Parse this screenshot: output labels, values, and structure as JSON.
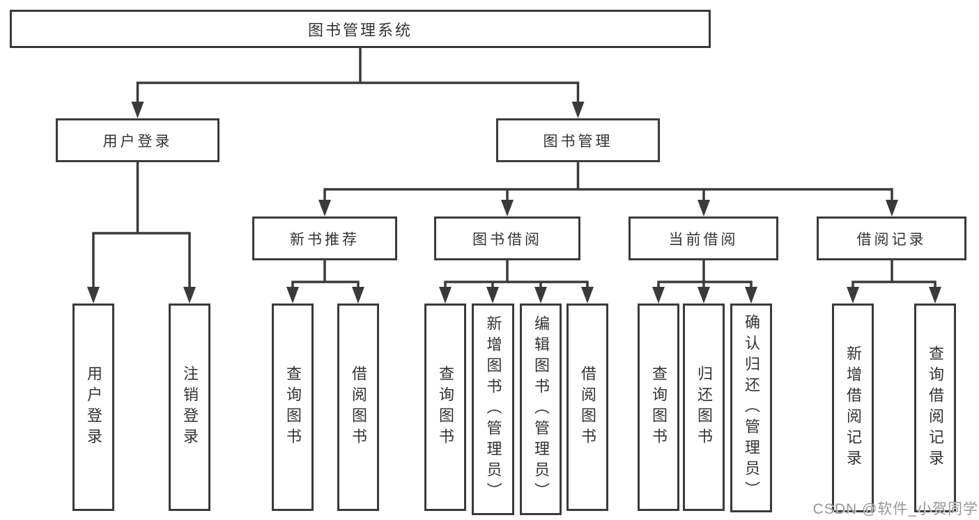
{
  "root": {
    "label": "图书管理系统"
  },
  "branches": [
    {
      "label": "用户登录",
      "children": [
        {
          "label": "用户登录"
        },
        {
          "label": "注销登录"
        }
      ]
    },
    {
      "label": "图书管理",
      "sections": [
        {
          "label": "新书推荐",
          "children": [
            {
              "label": "查询图书"
            },
            {
              "label": "借阅图书"
            }
          ]
        },
        {
          "label": "图书借阅",
          "children": [
            {
              "label": "查询图书"
            },
            {
              "label": "新增图书（管理员）"
            },
            {
              "label": "编辑图书（管理员）"
            },
            {
              "label": "借阅图书"
            }
          ]
        },
        {
          "label": "当前借阅",
          "children": [
            {
              "label": "查询图书"
            },
            {
              "label": "归还图书"
            },
            {
              "label": "确认归还（管理员）"
            }
          ]
        },
        {
          "label": "借阅记录",
          "children": [
            {
              "label": "新增借阅记录"
            },
            {
              "label": "查询借阅记录"
            }
          ]
        }
      ]
    }
  ],
  "watermark": "CSDN @软件_小贺同学",
  "colors": {
    "line": "#3a3a3a",
    "text": "#333333",
    "background": "#ffffff",
    "watermark": "#979797"
  }
}
